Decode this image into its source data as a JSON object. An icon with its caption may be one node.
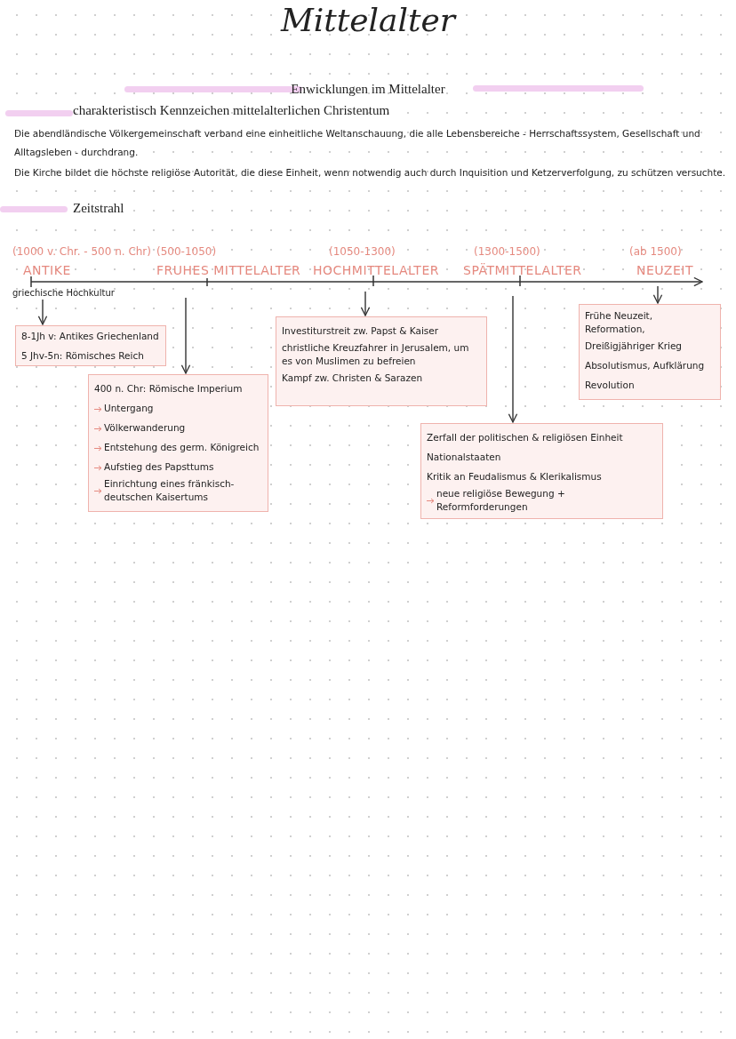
{
  "diagram": {
    "title": "Mittelalter",
    "nodes": [
      {
        "text": [
          "griechische Hochkultur"
        ]
      },
      {
        "text": [
          "8-1Jh v: Antikes Griechenland",
          "5 Jhv-5n: Römisches Reich"
        ]
      },
      {
        "text": [
          "400 n. Chr: Römische Imperium",
          "Untergang",
          "Völkerwanderung",
          "Entstehung des germ. Königreich",
          "Aufstieg des Papsttums",
          "Einrichtung eines fränkisch-deutschen Kaisertums"
        ]
      },
      {
        "text": [
          "Investiturstreit zw. Papst & Kaiser",
          "christliche Kreuzfahrer in Jerusalem, um es von Muslimen zu befreien",
          "Kampf zw. Christen & Sarazen"
        ]
      },
      {
        "text": [
          "Zerfall der politischen & religiösen Einheit",
          "Nationalstaaten",
          "Kritik an Feudalismus & Klerikalismus",
          "neue religiöse Bewegung + Reformforderungen"
        ]
      },
      {
        "text": [
          "Frühe Neuzeit, Reformation,",
          "Dreißigjähriger Krieg",
          "Absolutismus, Aufklärung",
          "Revolution"
        ]
      }
    ],
    "edges": [
      {
        "from": 0,
        "to": 1,
        "arrow": "to"
      },
      {
        "from": null,
        "to": 2,
        "arrow": "to"
      },
      {
        "from": null,
        "to": 3,
        "arrow": "to"
      },
      {
        "from": null,
        "to": 4,
        "arrow": "to"
      },
      {
        "from": null,
        "to": 5,
        "arrow": "to"
      }
    ],
    "labels": [
      "Enwicklungen im Mittelalter",
      "charakteristisch Kennzeichen mittelalterlichen Christentum",
      "Die abendländische Völkergemeinschaft verband eine einheitliche Weltanschauung, die alle Lebensbereiche - Herrschaftssystem, Gesellschaft und Alltagsleben - durchdrang.",
      "Die Kirche bildet die höchste religiöse Autorität, die diese Einheit, wenn notwendig auch durch Inquisition und Ketzerverfolgung, zu schützen versuchte.",
      "Zeitstrahl",
      "(1000 v. Chr. - 500 n. Chr)",
      "(500-1050)",
      "(1050-1300)",
      "(1300-1500)",
      "(ab 1500)",
      "ANTIKE",
      "FRUHES MITTELALTER",
      "HOCHMITTELALTER",
      "SPÄTMITTELALTER",
      "NEUZEIT"
    ]
  }
}
